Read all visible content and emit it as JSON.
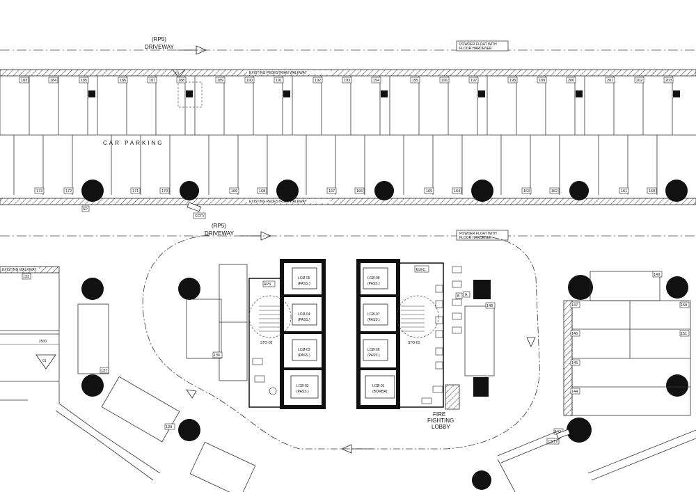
{
  "drawing": {
    "driveway_label_1": "(RP5)",
    "driveway_label_2": "DRIVEWAY",
    "powder_float_1": "POWDER FLOAT WITH",
    "powder_float_2": "FLOOR HARDENER",
    "car_parking": "CAR PARKING",
    "walkway_text": "EXISTING PEDESTRIAN WALKWAY",
    "walkway_text_left": "EXISTING WALKWAY",
    "fire_lobby_1": "FIRE",
    "fire_lobby_2": "FIGHTING",
    "fire_lobby_3": "LOBBY",
    "cctv": "CCTV",
    "section_mark": "01",
    "dimension_2500": "2500",
    "elec": "ELEC.",
    "tag_b": "B",
    "tag_a": "A",
    "sp": "SP",
    "stair_1": "STO-02",
    "stair_2": "STO-01",
    "rps": "RPS"
  },
  "top_bays": [
    "183",
    "184",
    "185",
    "186",
    "187",
    "188",
    "189",
    "190",
    "191",
    "192",
    "193",
    "194",
    "195",
    "196",
    "197",
    "198",
    "199",
    "200",
    "201",
    "202",
    "203"
  ],
  "bottom_bays": [
    "173",
    "172",
    "171",
    "170",
    "169",
    "168",
    "167",
    "166",
    "165",
    "164",
    "163",
    "162",
    "161",
    "160"
  ],
  "side_bays": [
    "133",
    "136",
    "137",
    "139",
    "147",
    "148",
    "149",
    "150",
    "146",
    "151",
    "145",
    "144",
    "143"
  ],
  "lifts_left": [
    {
      "id": "LCØ-05",
      "type": "(PASS.)"
    },
    {
      "id": "LCØ-04",
      "type": "(PASS.)"
    },
    {
      "id": "LCØ-03",
      "type": "(PASS.)"
    },
    {
      "id": "LCØ-02",
      "type": "(PASS.)"
    }
  ],
  "lifts_right": [
    {
      "id": "LCØ-08",
      "type": "(PASS.)"
    },
    {
      "id": "LCØ-07",
      "type": "(PASS.)"
    },
    {
      "id": "LCØ-06",
      "type": "(PASS.)"
    },
    {
      "id": "LCØ-01",
      "type": "(BOMBA)"
    }
  ]
}
